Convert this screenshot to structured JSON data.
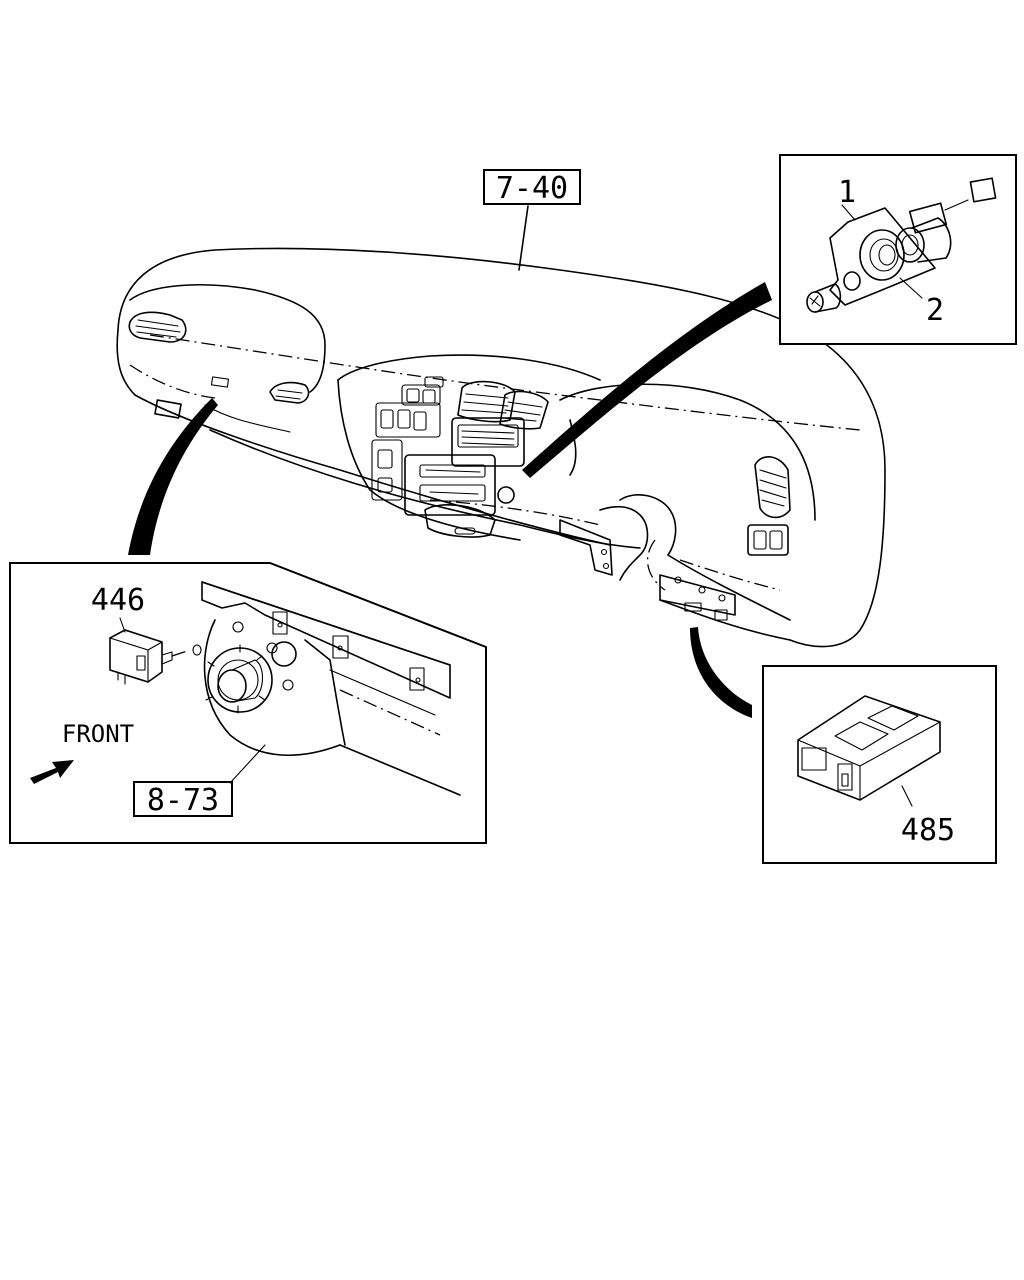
{
  "callouts": {
    "assembly_ref": "7-40",
    "part_1": "1",
    "part_2": "2",
    "part_446": "446",
    "ref_8_73": "8-73",
    "part_485": "485"
  },
  "direction": {
    "front_label": "FRONT"
  },
  "colors": {
    "line": "#000000",
    "background": "#ffffff"
  }
}
